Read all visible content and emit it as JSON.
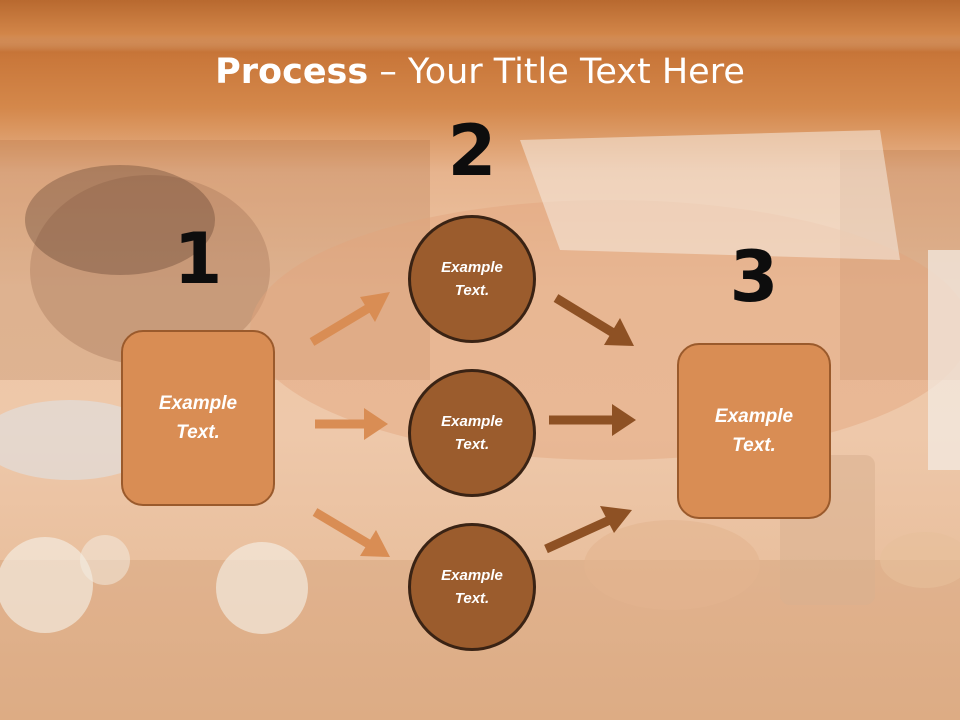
{
  "title": {
    "bold": "Process",
    "rest": " – Your Title Text Here"
  },
  "steps": [
    {
      "number": "1",
      "text": "Example\nText."
    },
    {
      "number": "2",
      "text": "Example\nText."
    },
    {
      "number": "3",
      "text": "Example\nText."
    }
  ],
  "circles": [
    {
      "text": "Example\nText."
    },
    {
      "text": "Example\nText."
    },
    {
      "text": "Example\nText."
    }
  ],
  "colors": {
    "box": "#d98d54",
    "circle": "#9b5c2d",
    "arrow_light": "#d98d54",
    "arrow_dark": "#8e5124",
    "title_band": "#c9773a"
  }
}
